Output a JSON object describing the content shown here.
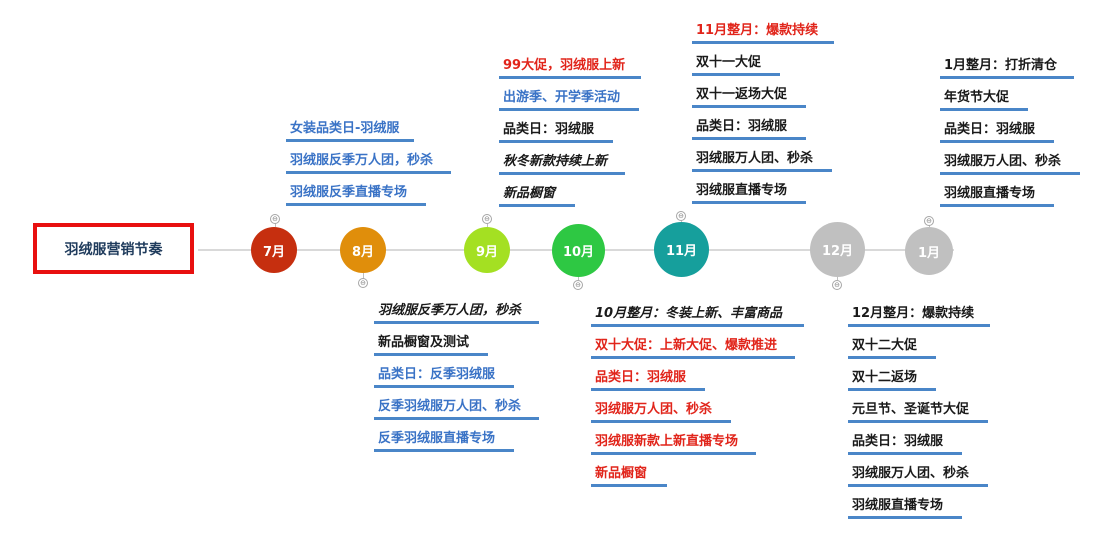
{
  "root": {
    "label": "羽绒服营销节奏"
  },
  "months": [
    {
      "label": "7月",
      "color": "#c62f0f"
    },
    {
      "label": "8月",
      "color": "#e08e0b"
    },
    {
      "label": "9月",
      "color": "#a4e022"
    },
    {
      "label": "10月",
      "color": "#2ec843"
    },
    {
      "label": "11月",
      "color": "#169f9c"
    },
    {
      "label": "12月",
      "color": "#c0c0c0"
    },
    {
      "label": "1月",
      "color": "#c0c0c0"
    }
  ],
  "collapse_symbol": "⊖",
  "topics": {
    "jul": [
      "女装品类日-羽绒服",
      "羽绒服反季万人团，秒杀",
      "羽绒服反季直播专场"
    ],
    "aug": [
      "羽绒服反季万人团，秒杀",
      "新品橱窗及测试",
      "品类日：反季羽绒服",
      "反季羽绒服万人团、秒杀",
      "反季羽绒服直播专场"
    ],
    "sep": [
      "99大促，羽绒服上新",
      "出游季、开学季活动",
      "品类日：羽绒服",
      "秋冬新款持续上新",
      "新品橱窗"
    ],
    "oct": [
      "10月整月：冬装上新、丰富商品",
      "双十大促：上新大促、爆款推进",
      "品类日：羽绒服",
      "羽绒服万人团、秒杀",
      "羽绒服新款上新直播专场",
      "新品橱窗"
    ],
    "nov": [
      "11月整月：爆款持续",
      "双十一大促",
      "双十一返场大促",
      "品类日：羽绒服",
      "羽绒服万人团、秒杀",
      "羽绒服直播专场"
    ],
    "dec": [
      "12月整月：爆款持续",
      "双十二大促",
      "双十二返场",
      "元旦节、圣诞节大促",
      "品类日：羽绒服",
      "羽绒服万人团、秒杀",
      "羽绒服直播专场"
    ],
    "jan": [
      "1月整月：打折清仓",
      "年货节大促",
      "品类日：羽绒服",
      "羽绒服万人团、秒杀",
      "羽绒服直播专场"
    ]
  }
}
